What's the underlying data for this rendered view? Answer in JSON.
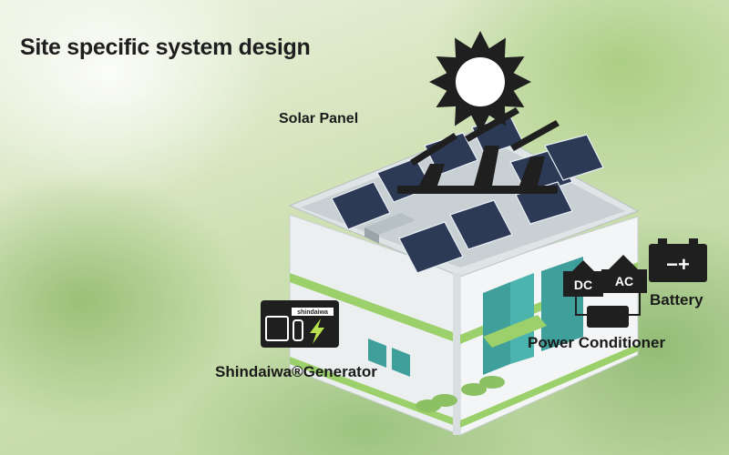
{
  "title": "Site specific system design",
  "labels": {
    "solar_panel": "Solar Panel",
    "battery": "Battery",
    "power_conditioner": "Power Conditioner",
    "generator": "Shindaiwa®Generator"
  },
  "icons": {
    "dc": "DC",
    "ac": "AC",
    "battery_terminals": "−+",
    "generator_brand": "shindaiwa"
  },
  "colors": {
    "icon_dark": "#1f1f1f",
    "building_accent": "#9bd06a",
    "window_teal": "#3f9f9a",
    "panel_blue": "#2d3a56"
  }
}
